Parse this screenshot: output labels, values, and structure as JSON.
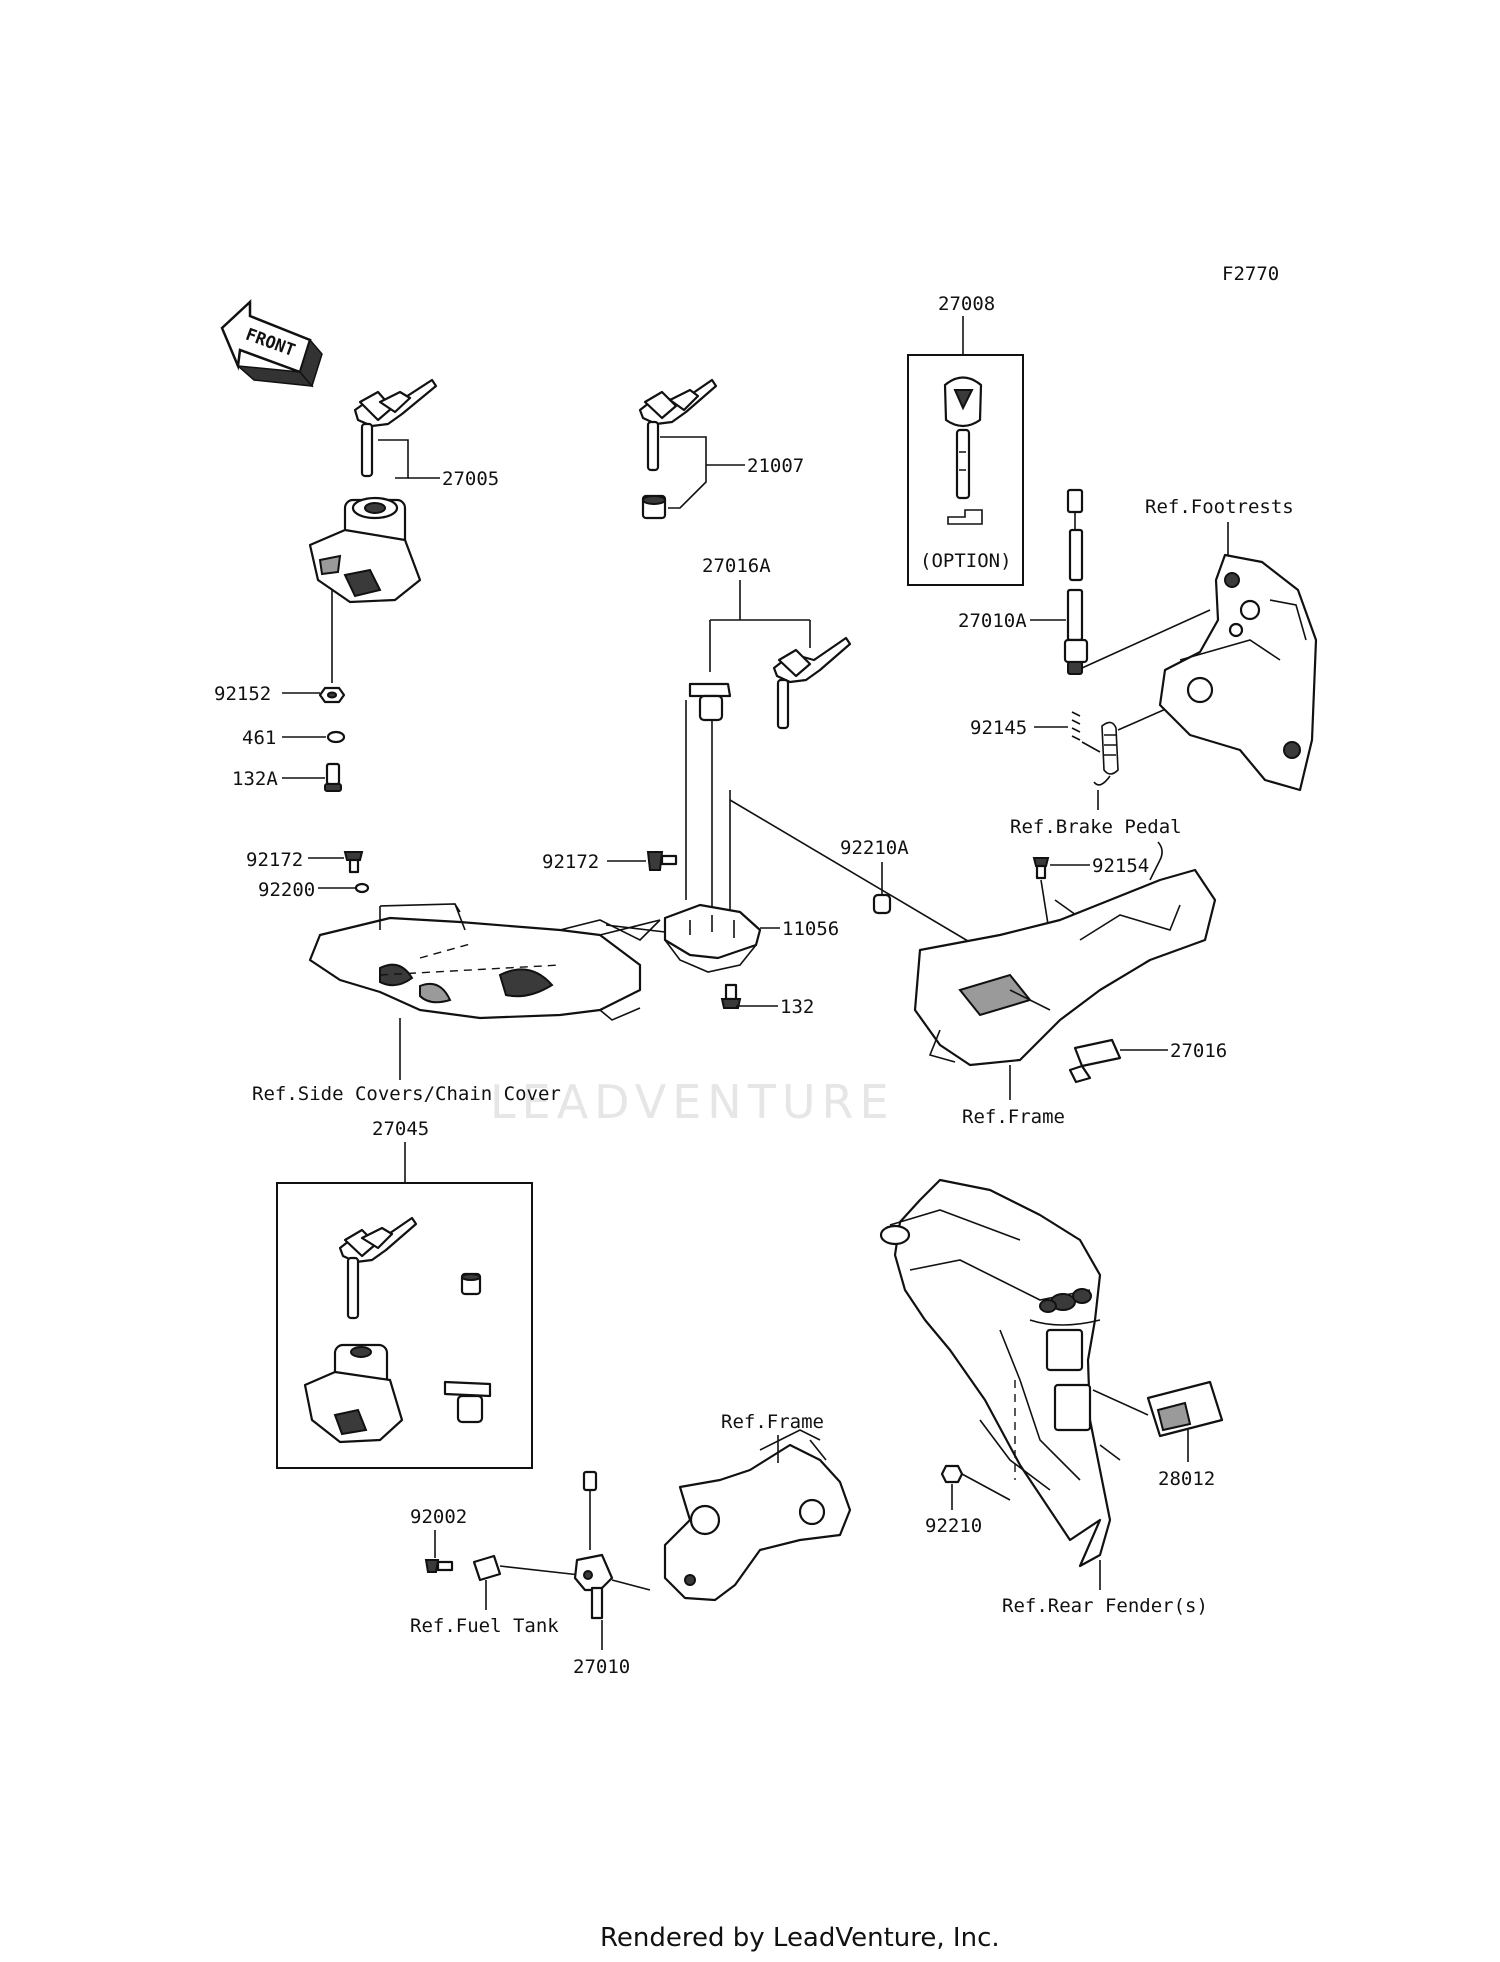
{
  "figure_code": "F2770",
  "front_arrow_text": "FRONT",
  "watermark": "LEADVENTURE",
  "footer": "Rendered by LeadVenture, Inc.",
  "parts": {
    "p27005": "27005",
    "p21007": "21007",
    "p27008": "27008",
    "option": "(OPTION)",
    "p27016A": "27016A",
    "p27010A": "27010A",
    "p92145": "92145",
    "p92152": "92152",
    "p461": "461",
    "p132A": "132A",
    "p92172a": "92172",
    "p92200": "92200",
    "p92172b": "92172",
    "p92210A": "92210A",
    "p92154": "92154",
    "p11056": "11056",
    "p132": "132",
    "p27016": "27016",
    "p27045": "27045",
    "p92002": "92002",
    "p27010": "27010",
    "p28012": "28012",
    "p92210": "92210"
  },
  "refs": {
    "footrests": "Ref.Footrests",
    "brake_pedal": "Ref.Brake Pedal",
    "side_covers": "Ref.Side Covers/Chain Cover",
    "frame_top": "Ref.Frame",
    "frame_bottom": "Ref.Frame",
    "fuel_tank": "Ref.Fuel Tank",
    "rear_fender": "Ref.Rear Fender(s)"
  }
}
